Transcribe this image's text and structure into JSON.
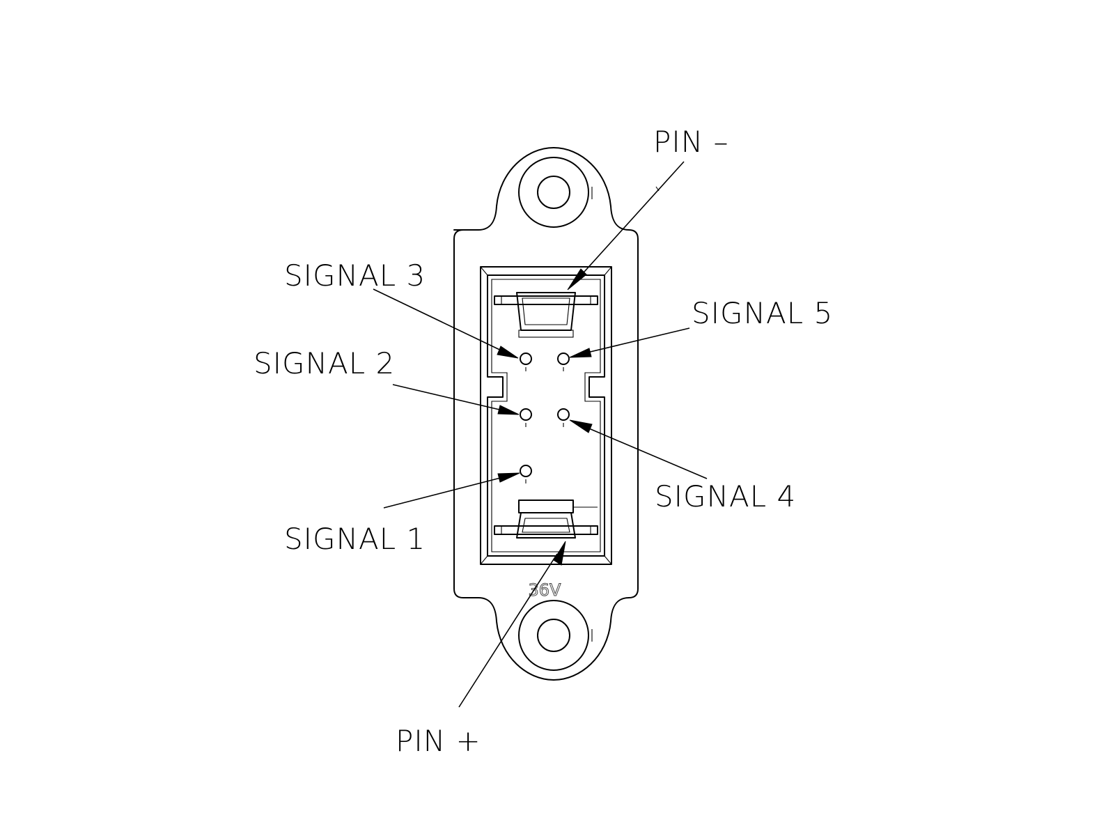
{
  "diagram": {
    "housing_marking": "36V",
    "labels": {
      "pin_minus": "PIN –",
      "pin_plus": "PIN +",
      "signal_1": "SIGNAL 1",
      "signal_2": "SIGNAL 2",
      "signal_3": "SIGNAL 3",
      "signal_4": "SIGNAL 4",
      "signal_5": "SIGNAL 5"
    }
  }
}
